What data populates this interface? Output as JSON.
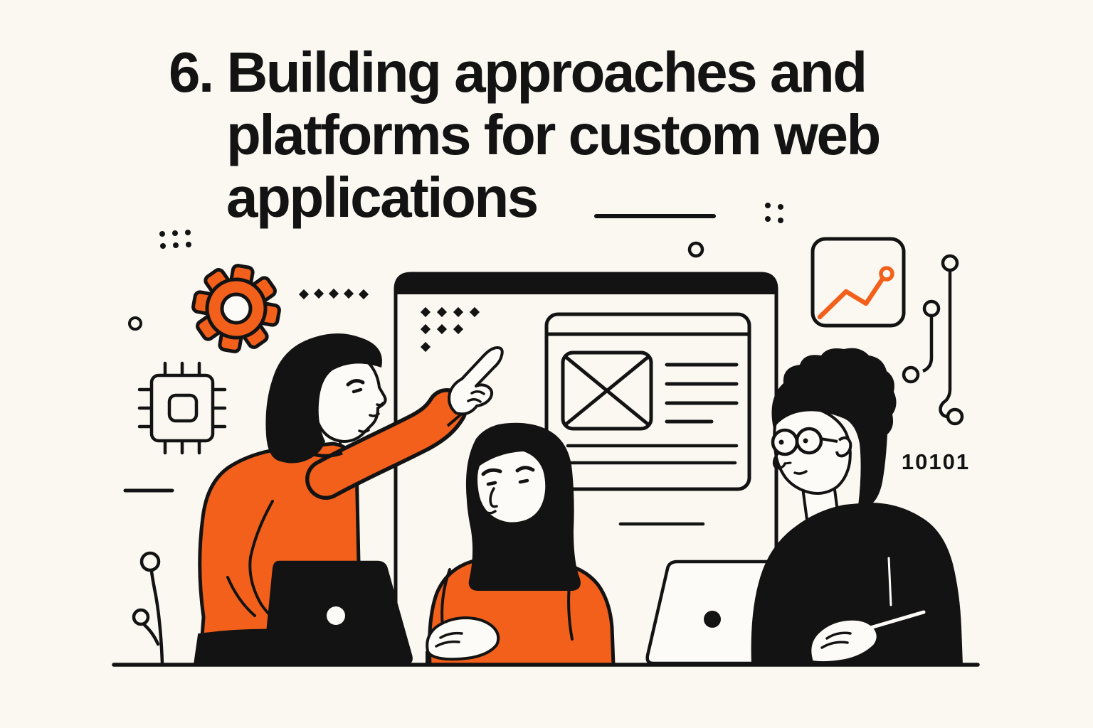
{
  "title": {
    "line1": "6. Building approaches and",
    "line2": "platforms for custom web",
    "line3": "applications"
  },
  "illustration": {
    "binary_label": "10101",
    "scene": "three people collaborating at laptops in front of a wireframe browser window",
    "icons": [
      "gear-icon",
      "chip-icon",
      "line-chart-icon",
      "browser-window",
      "image-placeholder-icon",
      "circuit-trace",
      "binary-code"
    ]
  },
  "colors": {
    "background": "#FBF8F2",
    "accent_orange": "#F2601C",
    "ink": "#131313",
    "paper": "#FDFBF7"
  }
}
